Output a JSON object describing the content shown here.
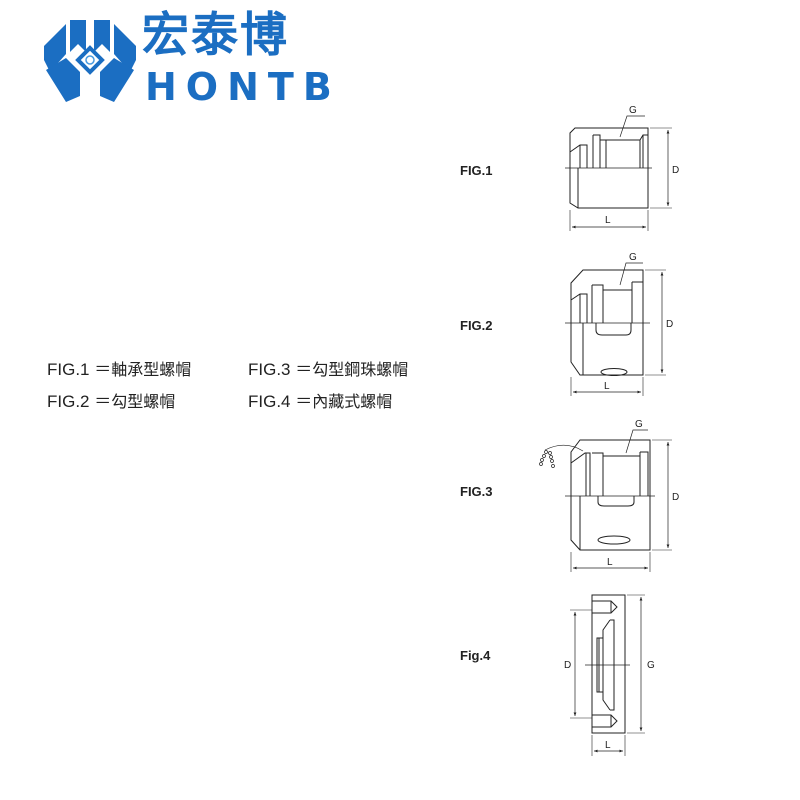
{
  "logo": {
    "chinese": "宏泰博",
    "english": "HONTB",
    "color": "#1b6ec2"
  },
  "legend": [
    {
      "fig": "FIG.1",
      "eq": "＝",
      "desc": "軸承型螺帽"
    },
    {
      "fig": "FIG.2",
      "eq": "＝",
      "desc": "勾型螺帽"
    },
    {
      "fig": "FIG.3",
      "eq": "＝",
      "desc": "勾型鋼珠螺帽"
    },
    {
      "fig": "FIG.4",
      "eq": "＝",
      "desc": "內藏式螺帽"
    }
  ],
  "figures": [
    {
      "label": "FIG.1",
      "dims": {
        "g": "G",
        "d": "D",
        "l": "L"
      }
    },
    {
      "label": "FIG.2",
      "dims": {
        "g": "G",
        "d": "D",
        "l": "L"
      }
    },
    {
      "label": "FIG.3",
      "dims": {
        "g": "G",
        "d": "D",
        "l": "L"
      }
    },
    {
      "label": "Fig.4",
      "dims": {
        "g": "G",
        "d": "D",
        "l": "L"
      }
    }
  ]
}
